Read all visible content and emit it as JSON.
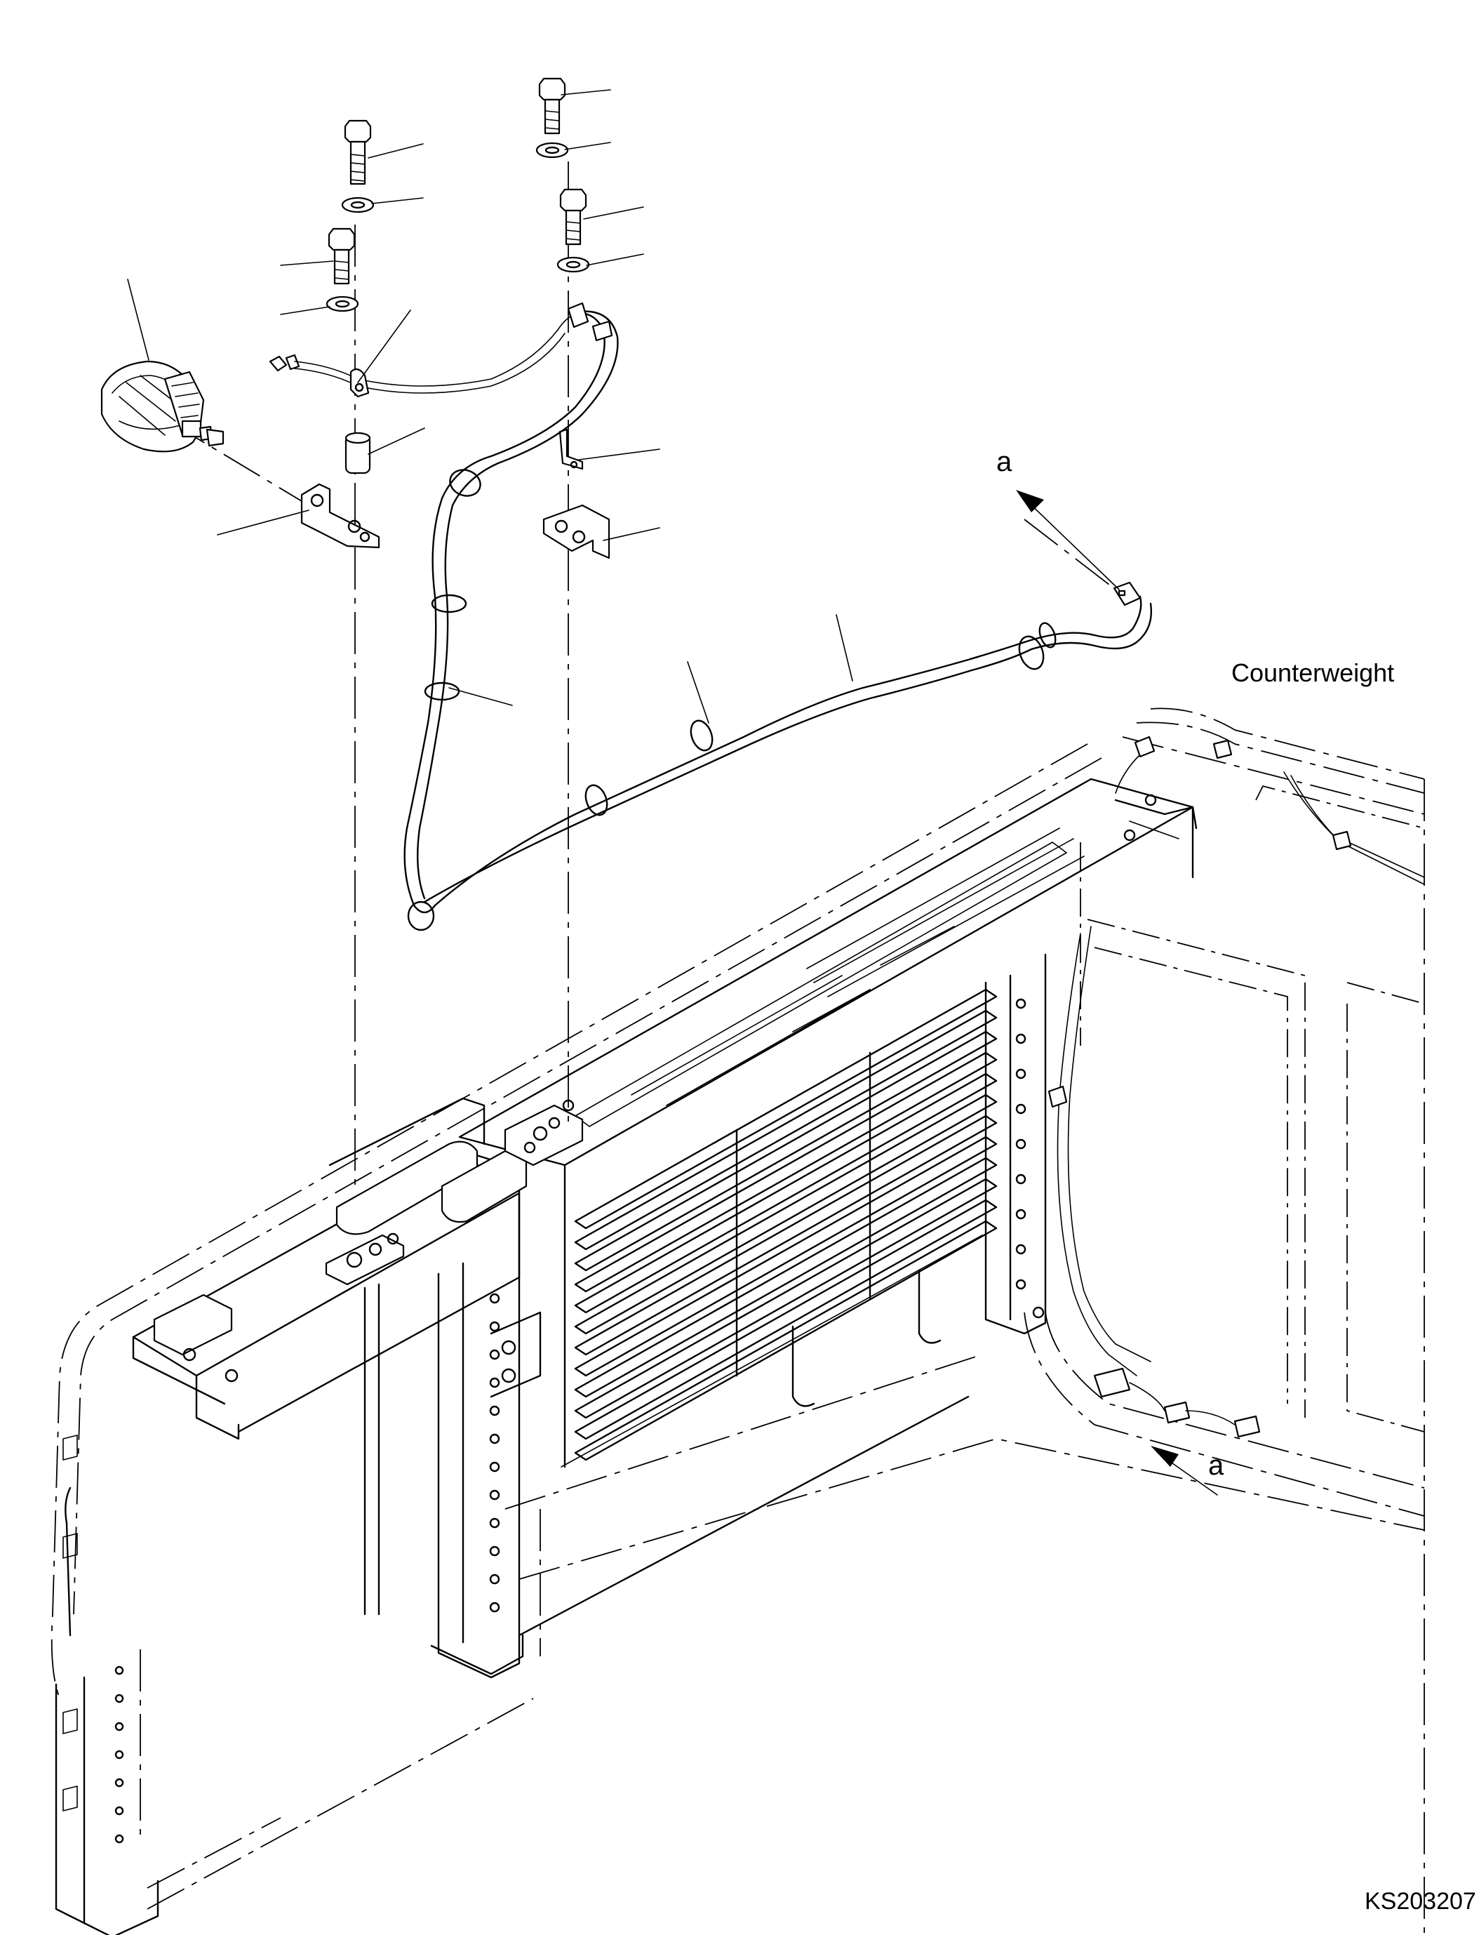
{
  "labels": {
    "counterweight": "Counterweight",
    "ref_top": "a",
    "ref_bottom": "a",
    "drawing_number": "KS203207"
  }
}
